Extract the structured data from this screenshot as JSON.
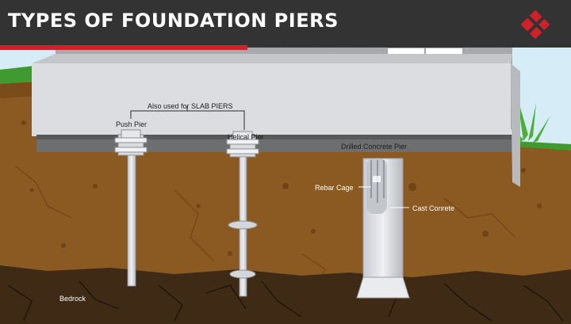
{
  "header": {
    "title": "TYPES OF FOUNDATION PIERS"
  },
  "labels": {
    "slab_note": "Also used for SLAB PIERS",
    "push_pier": "Push Pier",
    "helical_pier": "Helical Pier",
    "drilled_pier": "Drilled Concrete Pier",
    "rebar_cage": "Rebar Cage",
    "cast_concrete": "Cast Conrete",
    "bedrock": "Bedrock"
  },
  "colors": {
    "header_bg": "#333333",
    "accent_red": "#d0202a",
    "soil": "#8a5a22",
    "bedrock": "#3f2a16",
    "concrete_wall": "#a7a9ab",
    "foundation": "#dcdde0",
    "sky": "#d6ecf7",
    "grass": "#3f9a2f"
  },
  "icons": {
    "logo": "red-diamond-logo-icon"
  }
}
